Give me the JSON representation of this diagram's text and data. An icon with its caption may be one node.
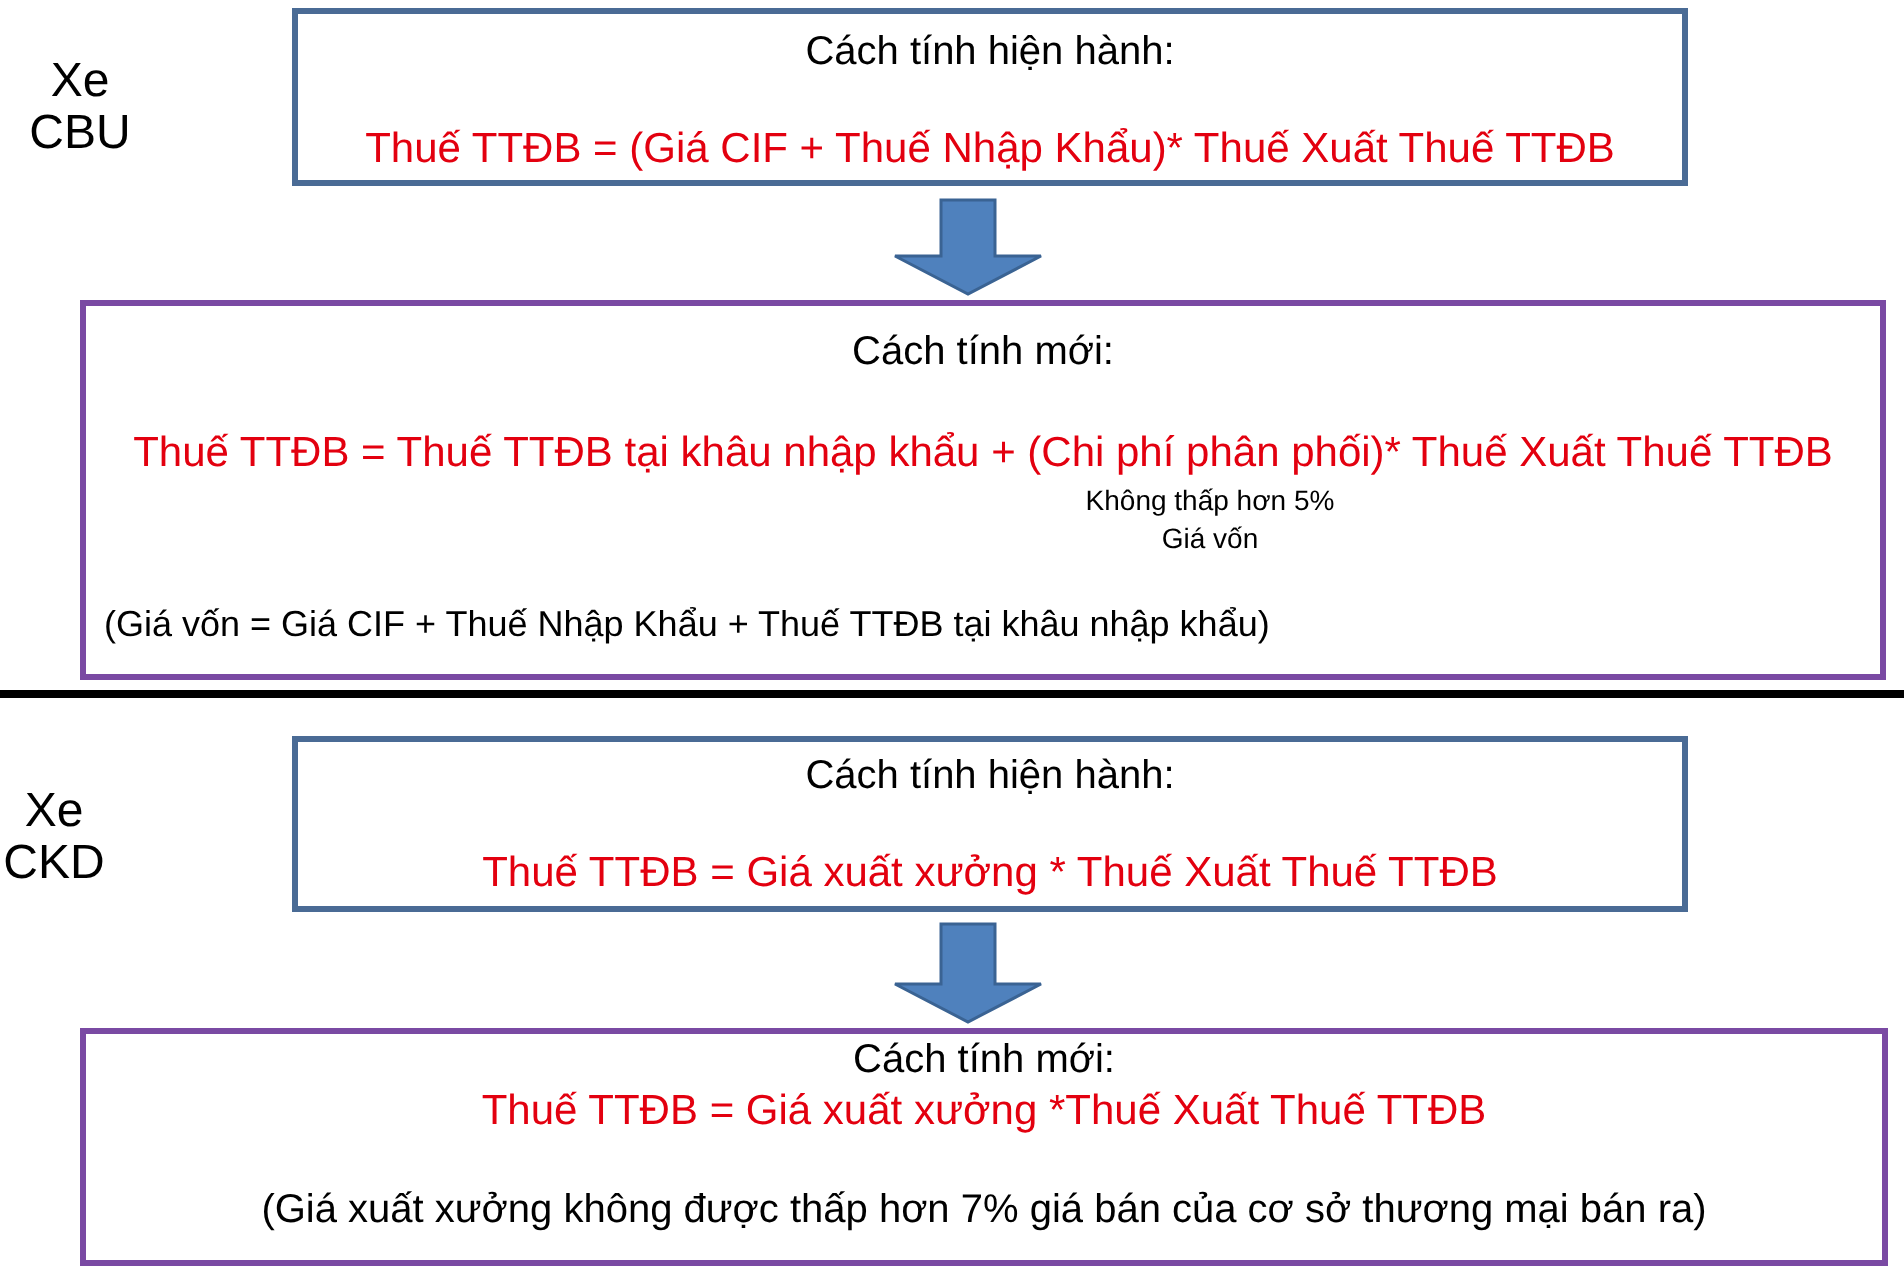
{
  "diagram": {
    "nodes": [
      {
        "text": [
          "Cách tính hiện hành:",
          "Thuế TTĐB = (Giá CIF + Thuế Nhập Khẩu)* Thuế Xuất Thuế TTĐB"
        ]
      },
      {
        "text": [
          "Cách tính mới:",
          "Thuế TTĐB = Thuế TTĐB tại khâu nhập khẩu + (Chi phí phân phối)* Thuế Xuất Thuế TTĐB",
          "Không thấp hơn 5% Giá vốn",
          "(Giá vốn = Giá CIF + Thuế Nhập Khẩu + Thuế TTĐB tại khâu nhập khẩu)"
        ]
      },
      {
        "text": [
          "Cách tính hiện hành:",
          "Thuế TTĐB = Giá xuất xưởng * Thuế Xuất Thuế TTĐB"
        ]
      },
      {
        "text": [
          "Cách tính mới:",
          "Thuế TTĐB = Giá xuất xưởng *Thuế Xuất Thuế TTĐB",
          "(Giá xuất xưởng không được thấp hơn 7% giá bán của cơ sở thương mại bán ra)"
        ]
      }
    ],
    "edges": [
      {
        "from": 0,
        "to": 1,
        "arrow": "to"
      },
      {
        "from": 2,
        "to": 3,
        "arrow": "to"
      }
    ],
    "labels": [
      "Xe CBU",
      "Xe CKD"
    ]
  }
}
